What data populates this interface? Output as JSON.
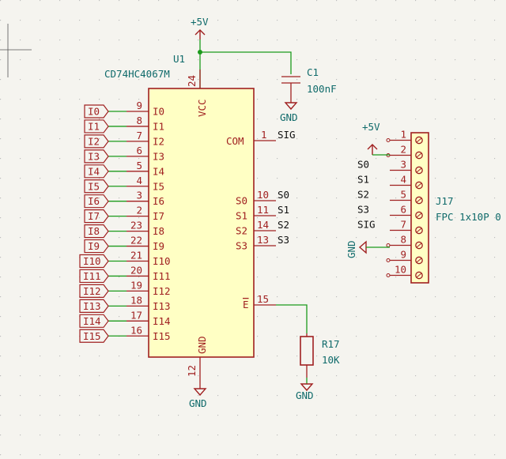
{
  "schematic": {
    "u1": {
      "ref": "U1",
      "value": "CD74HC4067M",
      "vcc": {
        "name": "VCC",
        "num": "24"
      },
      "gnd": {
        "name": "GND",
        "num": "12"
      },
      "com": {
        "name": "COM",
        "num": "1",
        "net": "SIG"
      },
      "enable": {
        "name": "E",
        "num": "15"
      },
      "inputs": [
        {
          "pin": "I0",
          "num": "9",
          "label": "I0"
        },
        {
          "pin": "I1",
          "num": "8",
          "label": "I1"
        },
        {
          "pin": "I2",
          "num": "7",
          "label": "I2"
        },
        {
          "pin": "I3",
          "num": "6",
          "label": "I3"
        },
        {
          "pin": "I4",
          "num": "5",
          "label": "I4"
        },
        {
          "pin": "I5",
          "num": "4",
          "label": "I5"
        },
        {
          "pin": "I6",
          "num": "3",
          "label": "I6"
        },
        {
          "pin": "I7",
          "num": "2",
          "label": "I7"
        },
        {
          "pin": "I8",
          "num": "23",
          "label": "I8"
        },
        {
          "pin": "I9",
          "num": "22",
          "label": "I9"
        },
        {
          "pin": "I10",
          "num": "21",
          "label": "I10"
        },
        {
          "pin": "I11",
          "num": "20",
          "label": "I11"
        },
        {
          "pin": "I12",
          "num": "19",
          "label": "I12"
        },
        {
          "pin": "I13",
          "num": "18",
          "label": "I13"
        },
        {
          "pin": "I14",
          "num": "17",
          "label": "I14"
        },
        {
          "pin": "I15",
          "num": "16",
          "label": "I15"
        }
      ],
      "selects": [
        {
          "pin": "S0",
          "num": "10",
          "net": "S0"
        },
        {
          "pin": "S1",
          "num": "11",
          "net": "S1"
        },
        {
          "pin": "S2",
          "num": "14",
          "net": "S2"
        },
        {
          "pin": "S3",
          "num": "13",
          "net": "S3"
        }
      ]
    },
    "power_top": "+5V",
    "c1": {
      "ref": "C1",
      "value": "100nF",
      "gnd": "GND"
    },
    "r17": {
      "ref": "R17",
      "value": "10K",
      "gnd": "GND"
    },
    "u1_gnd_label": "GND",
    "j17": {
      "ref": "J17",
      "value": "FPC 1x10P 0",
      "power": "+5V",
      "gnd": "GND",
      "pins": [
        {
          "num": "1",
          "net": ""
        },
        {
          "num": "2",
          "net": ""
        },
        {
          "num": "3",
          "net": "S0"
        },
        {
          "num": "4",
          "net": "S1"
        },
        {
          "num": "5",
          "net": "S2"
        },
        {
          "num": "6",
          "net": "S3"
        },
        {
          "num": "7",
          "net": "SIG"
        },
        {
          "num": "8",
          "net": ""
        },
        {
          "num": "9",
          "net": ""
        },
        {
          "num": "10",
          "net": ""
        }
      ]
    },
    "colors": {
      "wire": "#1c9a1c",
      "symbol": "#a02020",
      "symbol_fill": "#ffffc4",
      "reference": "#0f6a6a",
      "net": "#111111",
      "background": "#f5f4ef"
    }
  }
}
